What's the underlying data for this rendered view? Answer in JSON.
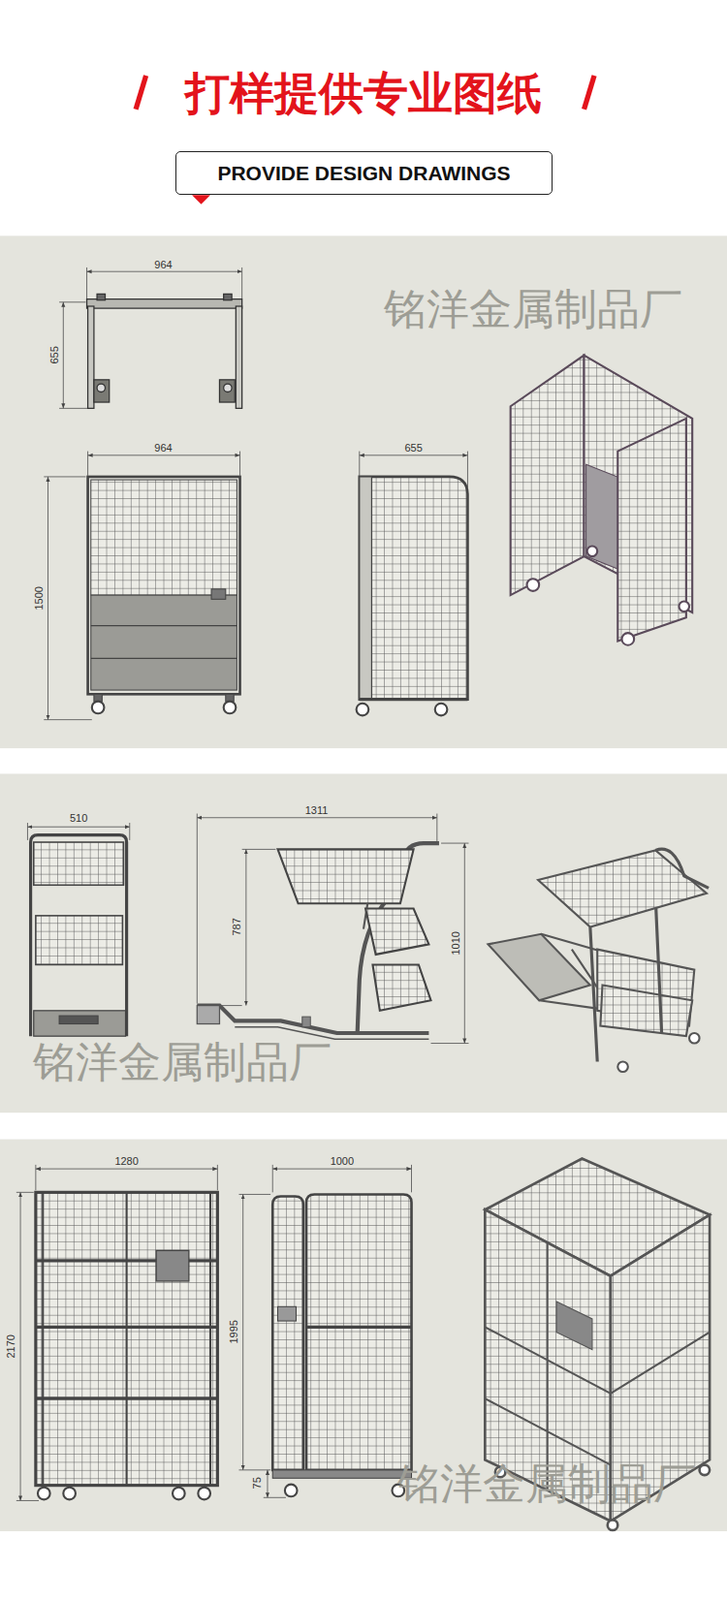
{
  "diagram": {
    "title": "打样提供专业图纸",
    "nodes": [
      {
        "text": [
          "PROVIDE DESIGN DRAWINGS"
        ]
      }
    ],
    "labels": [
      "964",
      "655",
      "964",
      "1500",
      "655",
      "铭洋金属制品厂",
      "510",
      "1311",
      "787",
      "1010",
      "铭洋金属制品厂",
      "1280",
      "2170",
      "1000",
      "1995",
      "75",
      "铭洋金属制品厂"
    ]
  }
}
